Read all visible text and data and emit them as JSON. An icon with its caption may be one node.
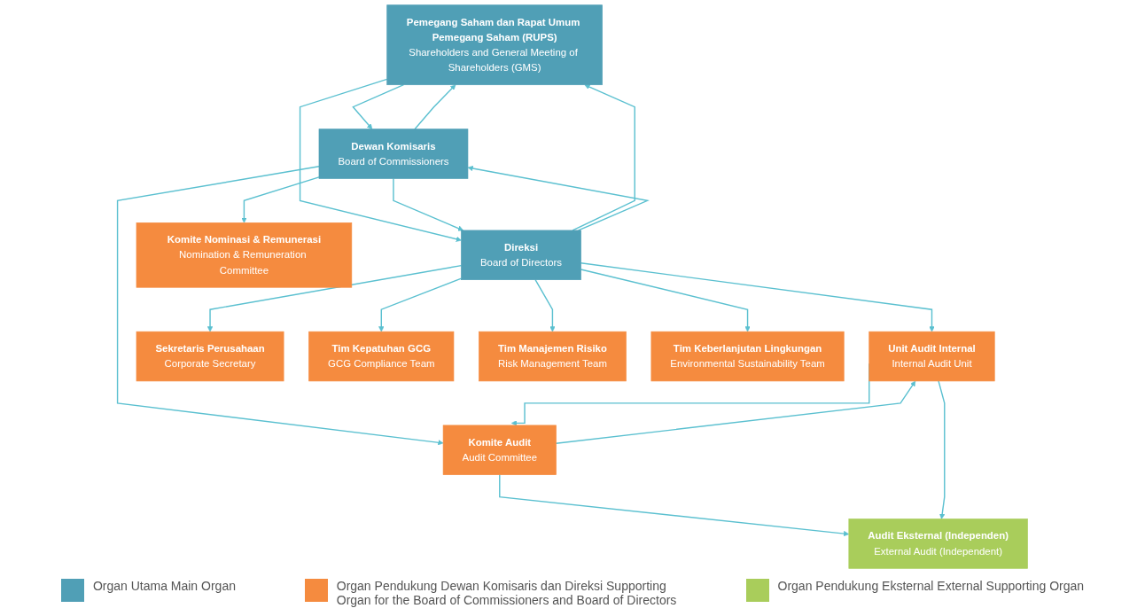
{
  "diagram": {
    "nodes": [
      {
        "text": [
          "Pemegang Saham dan Rapat Umum Pemegang Saham (RUPS)",
          "Shareholders and General Meeting of Shareholders (GMS)"
        ]
      },
      {
        "text": [
          "Dewan Komisaris",
          "Board of Commissioners"
        ]
      },
      {
        "text": [
          "Direksi",
          "Board of Directors"
        ]
      },
      {
        "text": [
          "Komite Nominasi & Remunerasi",
          "Nomination & Remuneration Committee"
        ]
      },
      {
        "text": [
          "Komite Audit",
          "Audit Committee"
        ]
      },
      {
        "text": [
          "Unit Audit Internal",
          "Internal Audit Unit"
        ]
      },
      {
        "text": [
          "Sekretaris Perusahaan",
          "Corporate Secretary"
        ]
      },
      {
        "text": [
          "Tim Kepatuhan GCG",
          "GCG Compliance Team"
        ]
      },
      {
        "text": [
          "Tim Manajemen Risiko",
          "Risk Management Team"
        ]
      },
      {
        "text": [
          "Tim Keberlanjutan Lingkungan",
          "Environmental Sustainability Team"
        ]
      },
      {
        "text": [
          "Audit Eksternal (Independen)",
          "External Audit (Independent)"
        ]
      }
    ],
    "edges": [
      {
        "from": 0,
        "to": 1,
        "arrow": "to"
      },
      {
        "from": 1,
        "to": 0,
        "arrow": "to"
      },
      {
        "from": 0,
        "to": 2,
        "arrow": "to"
      },
      {
        "from": 2,
        "to": 0,
        "arrow": "to"
      },
      {
        "from": 2,
        "to": 1,
        "arrow": "to"
      },
      {
        "from": 1,
        "to": 2,
        "arrow": "to"
      },
      {
        "from": 1,
        "to": 3,
        "arrow": "to"
      },
      {
        "from": 1,
        "to": 4,
        "arrow": "to"
      },
      {
        "from": 2,
        "to": 5,
        "arrow": "to"
      },
      {
        "from": 4,
        "to": 5,
        "arrow": "to"
      },
      {
        "from": 5,
        "to": 4,
        "arrow": "to"
      },
      {
        "from": 2,
        "to": 6,
        "arrow": "to"
      },
      {
        "from": 2,
        "to": 7,
        "arrow": "to"
      },
      {
        "from": 2,
        "to": 8,
        "arrow": "to"
      },
      {
        "from": 2,
        "to": 9,
        "arrow": "to"
      },
      {
        "from": 4,
        "to": 10,
        "arrow": "to"
      },
      {
        "from": 5,
        "to": 10,
        "arrow": "to"
      }
    ],
    "legend": [
      {
        "text": "Organ Utama Main Organ",
        "color": "#509fb6"
      },
      {
        "text": "Organ Pendukung Dewan Komisaris dan Direksi Supporting Organ for the Board of Commissioners and Board of Directors",
        "color": "#f58b3f"
      },
      {
        "text": "Organ Pendukung Eksternal External Supporting Organ",
        "color": "#a9cd5b"
      }
    ]
  }
}
